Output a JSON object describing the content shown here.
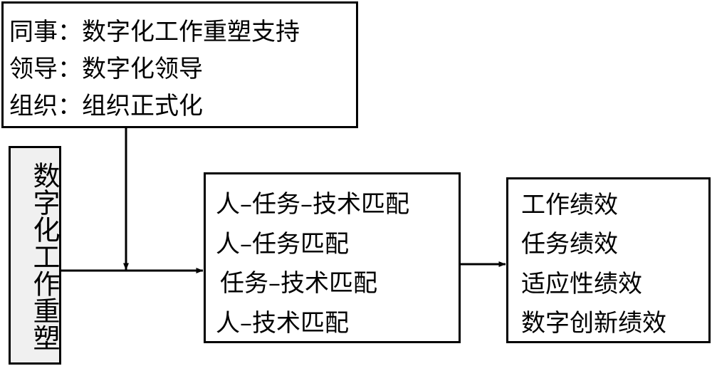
{
  "diagram": {
    "top_box": {
      "lines": [
        "同事：数字化工作重塑支持",
        "领导：数字化领导",
        "组织：组织正式化"
      ]
    },
    "side_box": {
      "label": "数字化工作重塑",
      "chars": [
        "数",
        "字",
        "化",
        "工",
        "作",
        "重",
        "塑"
      ]
    },
    "middle_box": {
      "lines": [
        "人–任务–技术匹配",
        "人–任务匹配",
        "任务–技术匹配",
        "人–技术匹配"
      ]
    },
    "right_box": {
      "lines": [
        "工作绩效",
        "任务绩效",
        "适应性绩效",
        "数字创新绩效"
      ]
    },
    "colors": {
      "side_box_fill": "#f0f0f0",
      "stroke": "#000000"
    }
  }
}
